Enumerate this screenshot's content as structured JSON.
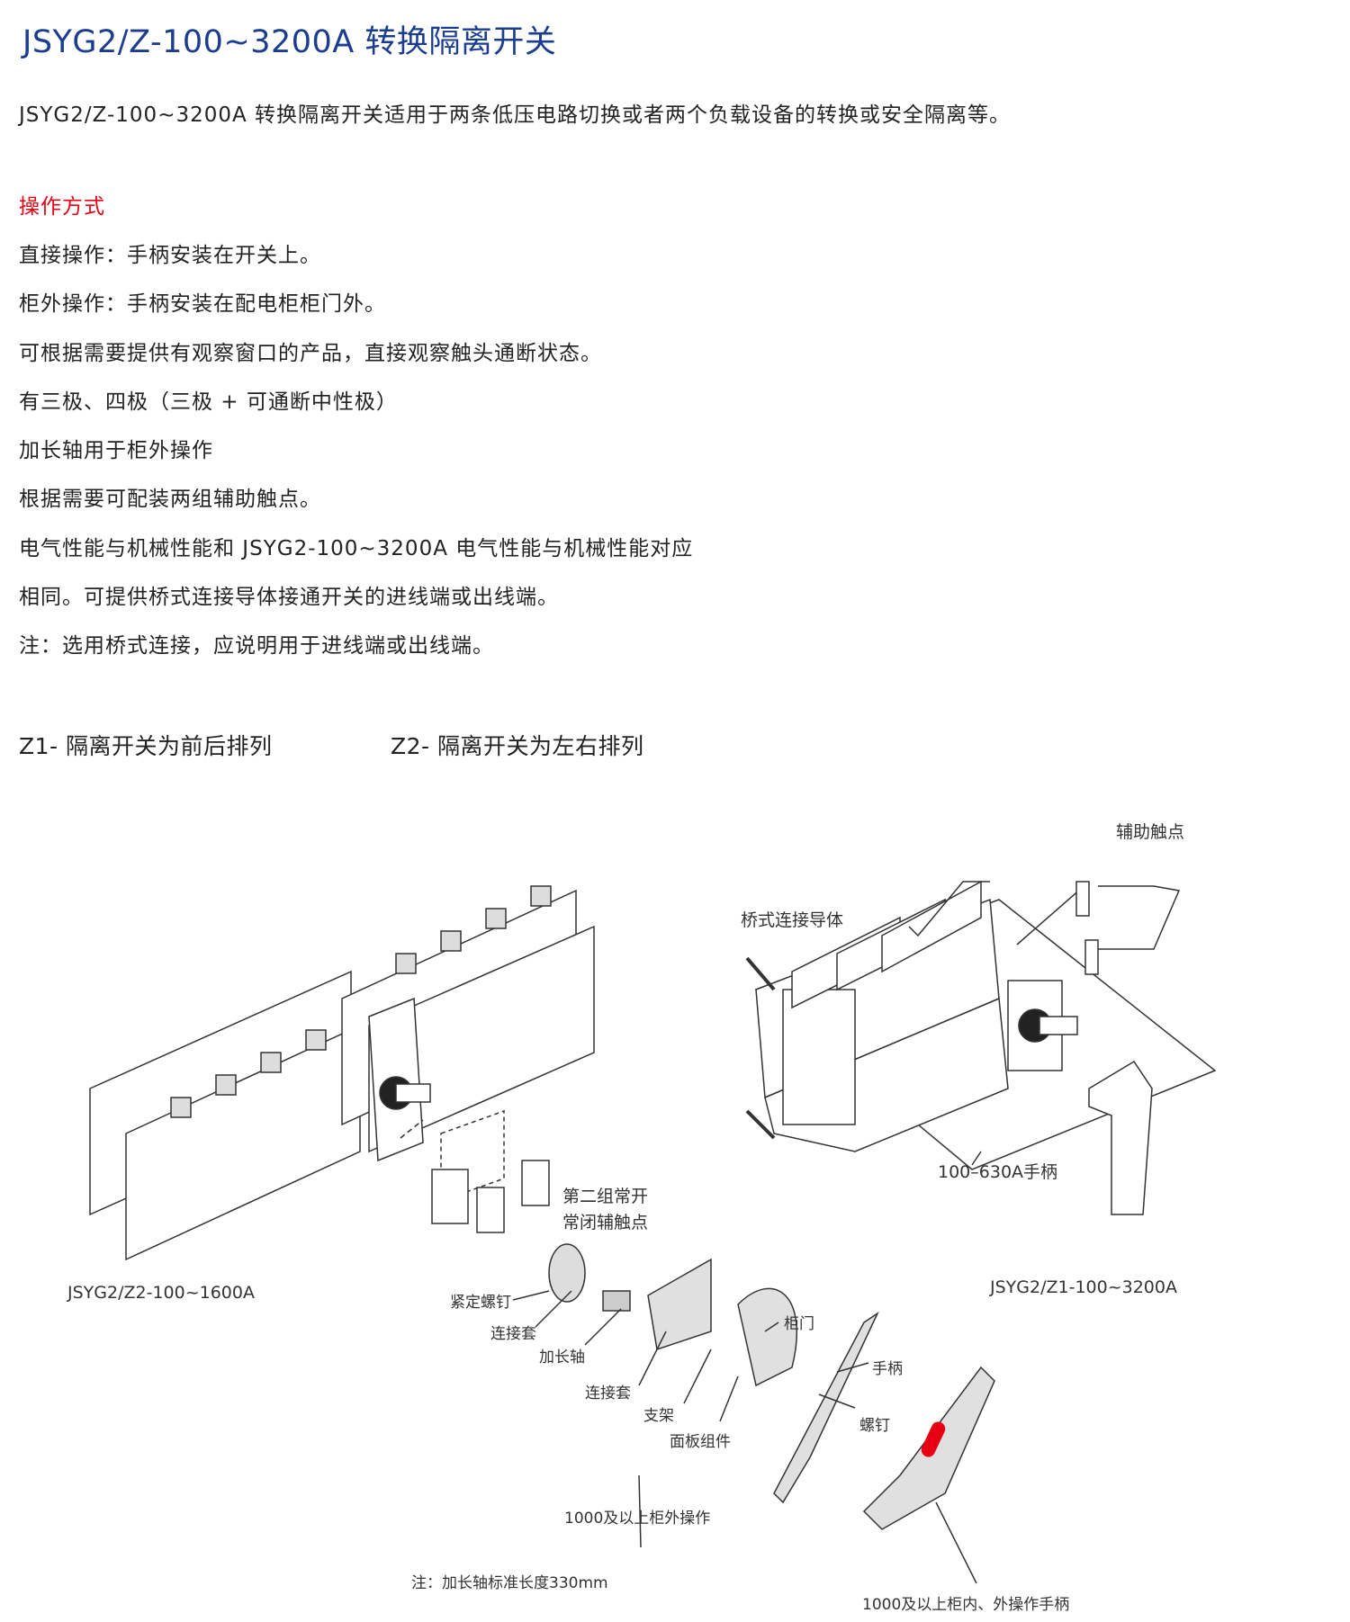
{
  "title": "JSYG2/Z-100~3200A 转换隔离开关",
  "intro": "JSYG2/Z-100~3200A 转换隔离开关适用于两条低压电路切换或者两个负载设备的转换或安全隔离等。",
  "section_heading": "操作方式",
  "features": [
    "直接操作：手柄安装在开关上。",
    "柜外操作：手柄安装在配电柜柜门外。",
    "可根据需要提供有观察窗口的产品，直接观察触头通断状态。",
    "有三极、四极（三极 + 可通断中性极）",
    "加长轴用于柜外操作",
    "根据需要可配装两组辅助触点。",
    "电气性能与机械性能和 JSYG2-100~3200A 电气性能与机械性能对应",
    "相同。可提供桥式连接导体接通开关的进线端或出线端。",
    "注：选用桥式连接，应说明用于进线端或出线端。"
  ],
  "arrangements": {
    "z1": "Z1- 隔离开关为前后排列",
    "z2": "Z2- 隔离开关为左右排列"
  },
  "diagram": {
    "aux_contacts": "辅助触点",
    "bridge_conductor": "桥式连接导体",
    "handle_100_630": "100–630A手柄",
    "second_group_1": "第二组常开",
    "second_group_2": "常闭辅触点",
    "model_z2": "JSYG2/Z2-100~1600A",
    "model_z1": "JSYG2/Z1-100~3200A",
    "set_screw": "紧定螺钉",
    "coupling_1": "连接套",
    "extension_shaft": "加长轴",
    "cabinet_door": "柜门",
    "handle": "手柄",
    "coupling_2": "连接套",
    "bracket": "支架",
    "screw": "螺钉",
    "panel_assembly": "面板组件",
    "outside_operation": "1000及以上柜外操作",
    "note": "注：加长轴标准长度330mm",
    "inout_handle": "1000及以上柜内、外操作手柄"
  },
  "colors": {
    "title": "#1a3d8f",
    "heading": "#e60012",
    "handle_accent": "#e60012"
  }
}
